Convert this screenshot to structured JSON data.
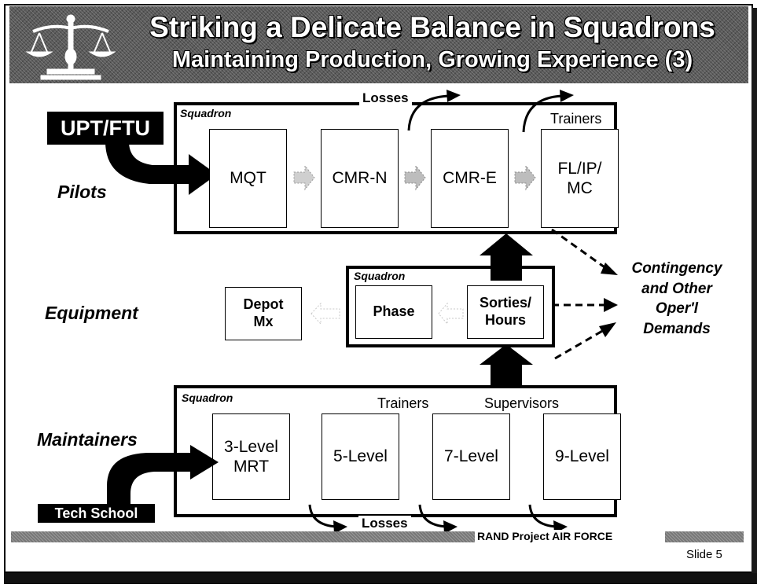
{
  "title": {
    "line1": "Striking a Delicate Balance in Squadrons",
    "line2": "Maintaining Production, Growing Experience (3)"
  },
  "pilots": {
    "row_label": "Pilots",
    "source": "UPT/FTU",
    "squadron_label": "Squadron",
    "losses_label": "Losses",
    "trainers_label": "Trainers",
    "stages": [
      "MQT",
      "CMR-N",
      "CMR-E",
      "FL/IP/\nMC"
    ]
  },
  "equipment": {
    "row_label": "Equipment",
    "depot": "Depot\nMx",
    "squadron_label": "Squadron",
    "phase": "Phase",
    "sorties": "Sorties/\nHours"
  },
  "contingency": {
    "text": "Contingency\nand Other\nOper'l\nDemands"
  },
  "maintainers": {
    "row_label": "Maintainers",
    "source": "Tech School",
    "squadron_label": "Squadron",
    "trainers_label": "Trainers",
    "supervisors_label": "Supervisors",
    "losses_label": "Losses",
    "stages": [
      "3-Level\nMRT",
      "5-Level",
      "7-Level",
      "9-Level"
    ]
  },
  "footer": {
    "org": "RAND Project AIR FORCE",
    "slide": "Slide 5"
  },
  "colors": {
    "title_band": "#5a5a5a",
    "title_text": "#ffffff",
    "ink": "#000000",
    "flow_arrow": "#bdbdbd"
  },
  "icons": [
    "scales-of-justice-icon"
  ]
}
